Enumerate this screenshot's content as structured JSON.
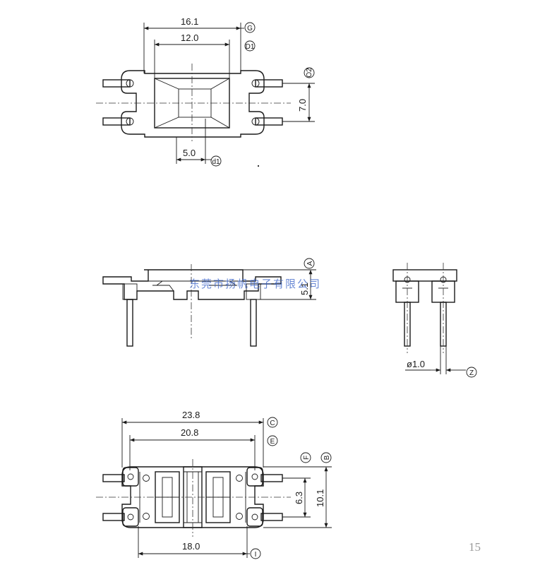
{
  "top_view": {
    "dims": {
      "overall": "16.1",
      "window": "12.0",
      "pin_spacing": "7.0",
      "offset": "5.0"
    },
    "tags": {
      "g": "G",
      "d1": "D1",
      "o2": "O2",
      "d1_small": "d1"
    }
  },
  "side_view": {
    "dims": {
      "height": "5.1"
    },
    "tags": {
      "a": "A"
    }
  },
  "end_view": {
    "dims": {
      "pin_dia": "ø1.0"
    },
    "tags": {
      "z": "Z"
    }
  },
  "bottom_view": {
    "dims": {
      "overall": "23.8",
      "inner": "20.8",
      "pin_span": "18.0",
      "pitch": "6.3",
      "width": "10.1"
    },
    "tags": {
      "c": "C",
      "e": "E",
      "f": "F",
      "b": "B",
      "i": "I"
    }
  },
  "watermark": "东莞市扬帆电子有限公司",
  "page_number": "15"
}
